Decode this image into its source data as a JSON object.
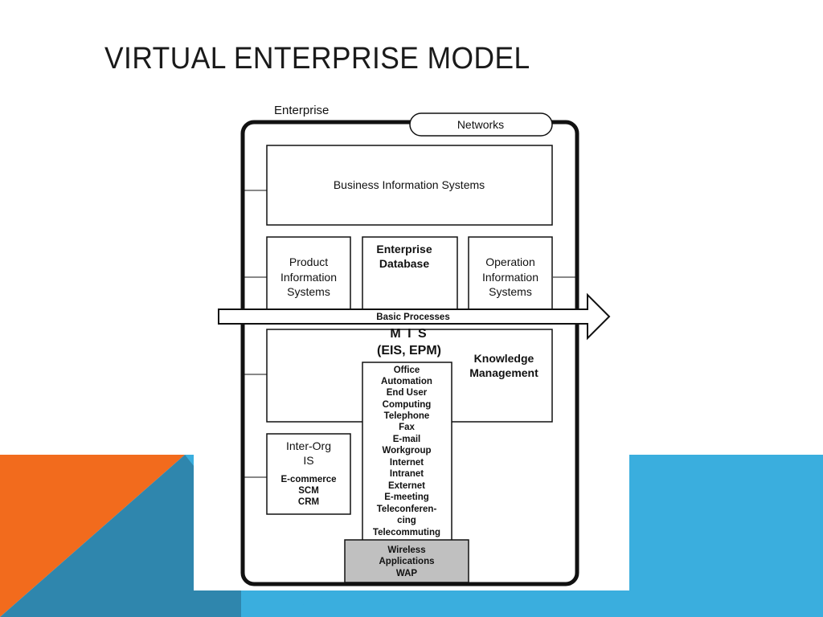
{
  "slide": {
    "title": "VIRTUAL ENTERPRISE MODEL",
    "colors": {
      "orange": "#f26b1d",
      "blue": "#3aaede",
      "dark_blue": "#2f86ad"
    }
  },
  "diagram": {
    "enterprise_label": "Enterprise",
    "networks_label": "Networks",
    "business_info_systems": "Business Information Systems",
    "product_info_systems": [
      "Product",
      "Information",
      "Systems"
    ],
    "enterprise_database": [
      "Enterprise",
      "Database"
    ],
    "operation_info_systems": [
      "Operation",
      "Information",
      "Systems"
    ],
    "basic_processes": "Basic Processes",
    "mis": "M I S",
    "eis_epm": "(EIS, EPM)",
    "knowledge_management": [
      "Knowledge",
      "Management"
    ],
    "inter_org": [
      "Inter-Org",
      "IS"
    ],
    "inter_org_items": [
      "E-commerce",
      "SCM",
      "CRM"
    ],
    "office_items": [
      "Office",
      "Automation",
      "End User",
      "Computing",
      "Telephone",
      "Fax",
      "E-mail",
      "Workgroup",
      "Internet",
      "Intranet",
      "Externet",
      "E-meeting",
      "Teleconferen-",
      "cing",
      "Telecommuting"
    ],
    "wireless": [
      "Wireless",
      "Applications",
      "WAP"
    ]
  }
}
